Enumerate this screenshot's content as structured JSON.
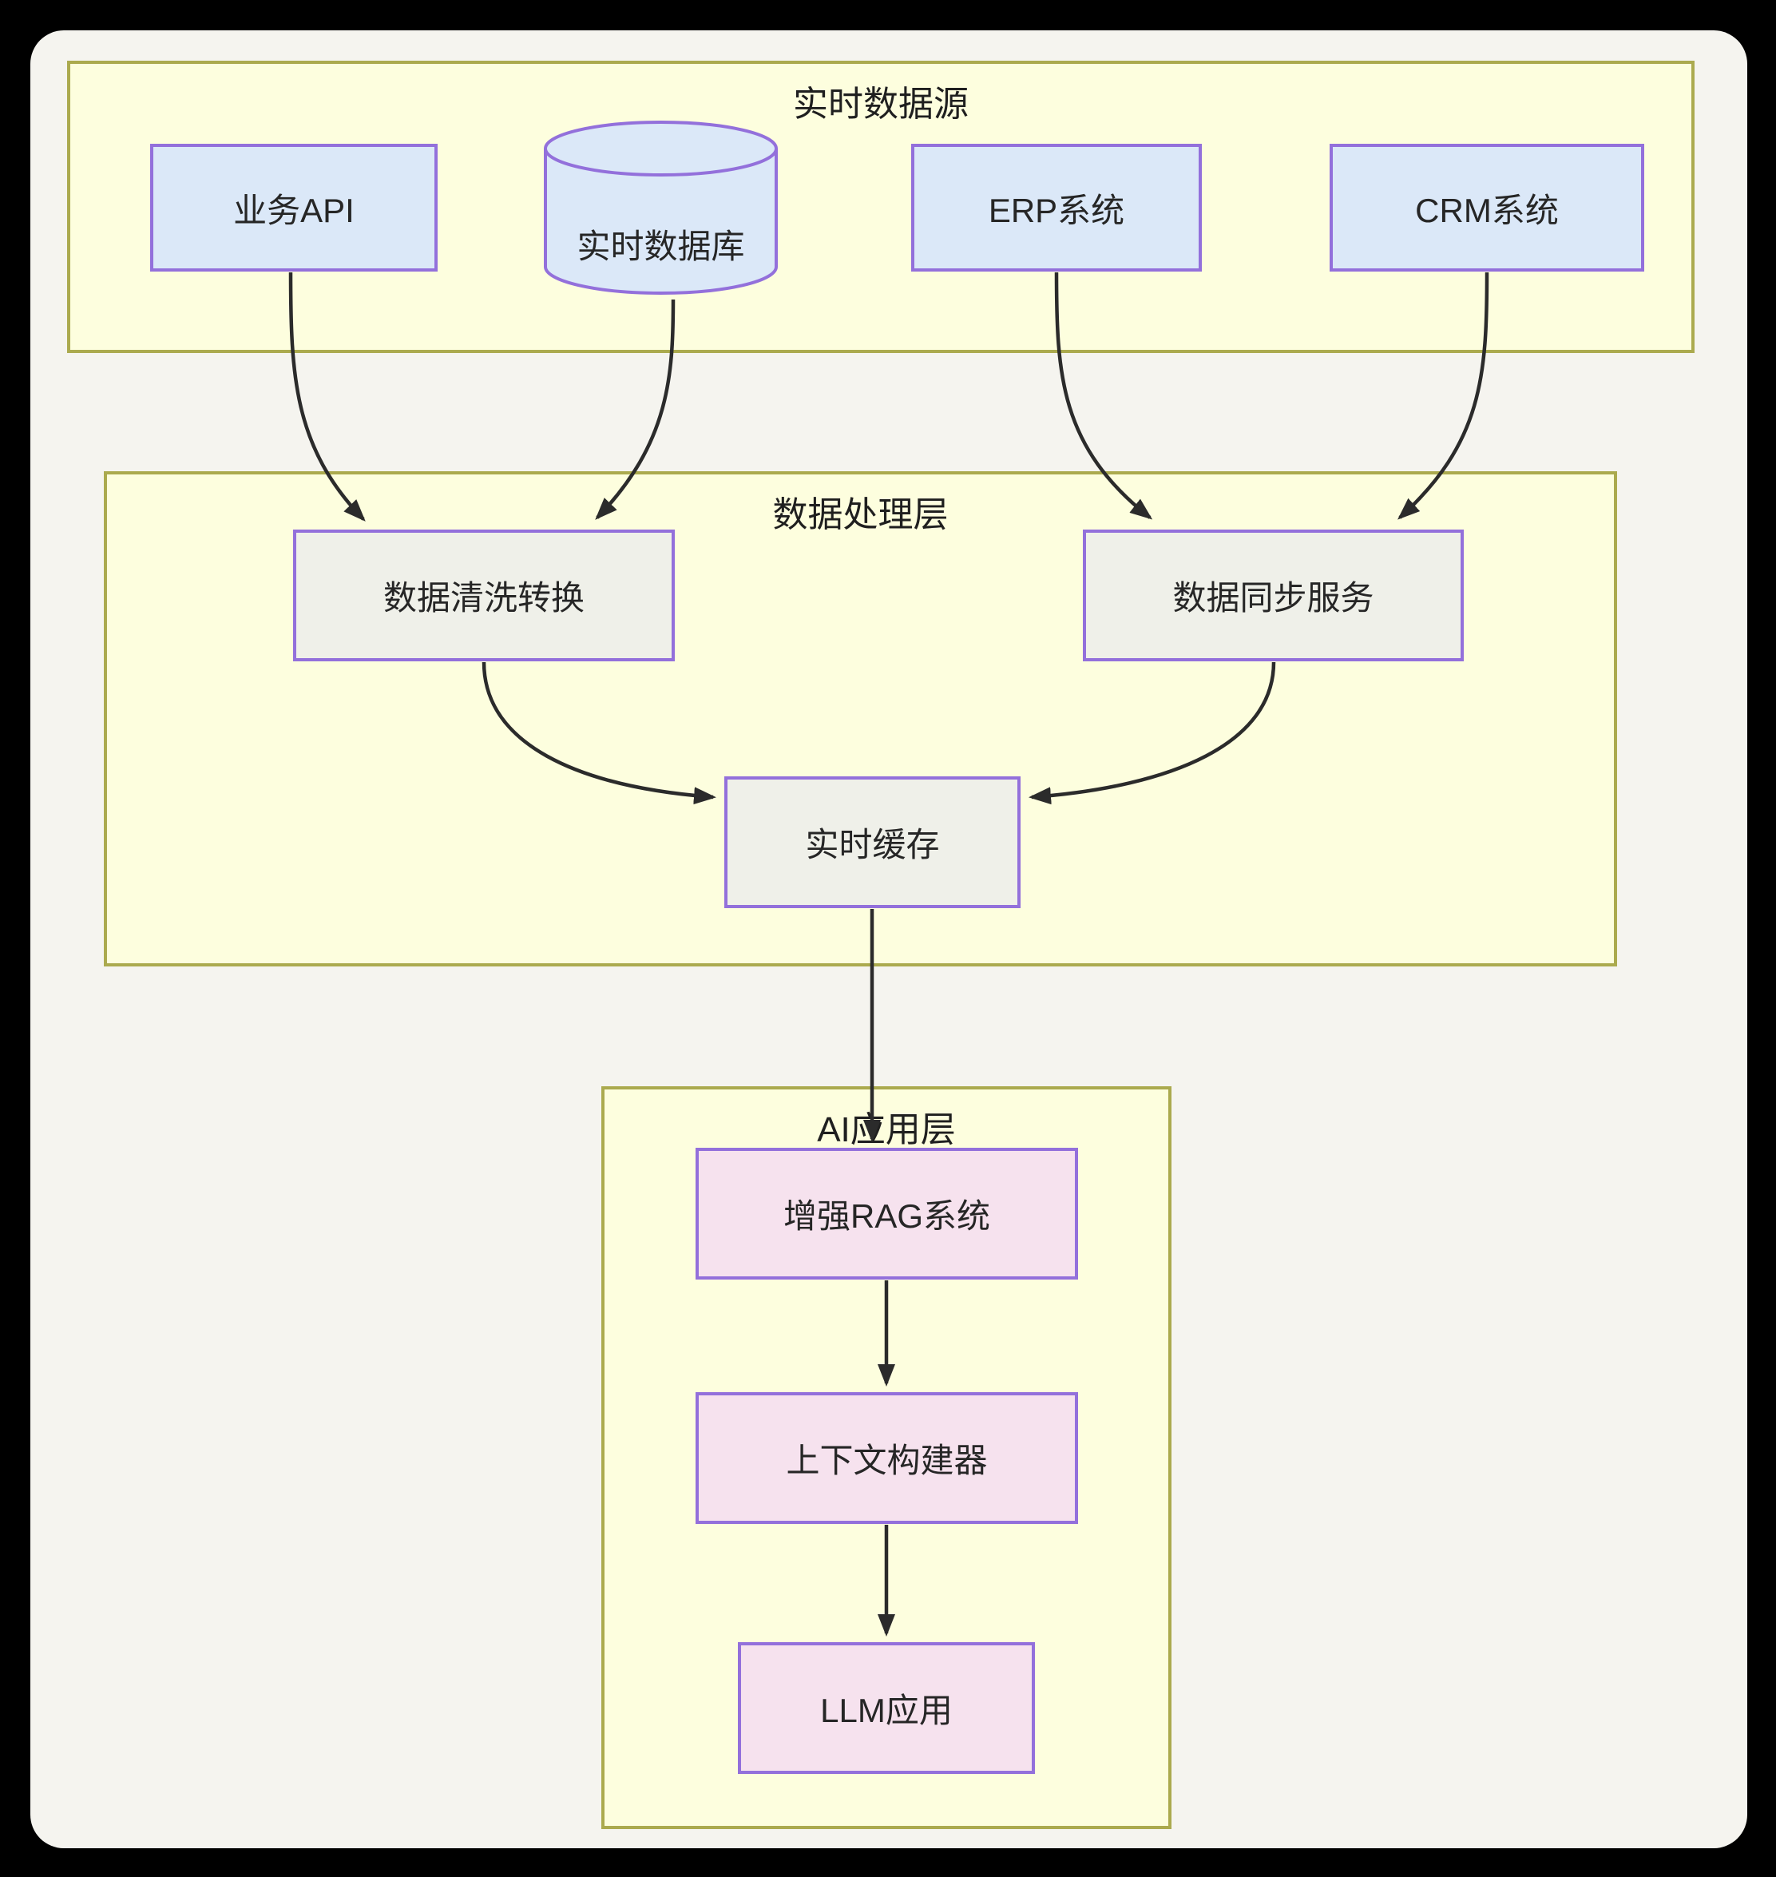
{
  "page": {
    "background": "#000000",
    "panel_background": "#f5f4ef"
  },
  "colors": {
    "container_fill": "#fdfede",
    "container_border": "#abaa4e",
    "source_node_fill": "#dbe8f8",
    "process_node_fill": "#eff0e9",
    "ai_node_fill": "#f6e2ee",
    "node_border": "#9370db",
    "edge_color": "#2b2b2b",
    "text_color": "#262626"
  },
  "containers": [
    {
      "title": "实时数据源"
    },
    {
      "title": "数据处理层"
    },
    {
      "title": "AI应用层"
    }
  ],
  "nodes": [
    {
      "id": "business-api",
      "label": "业务API",
      "shape": "rect",
      "group": "实时数据源"
    },
    {
      "id": "realtime-db",
      "label": "实时数据库",
      "shape": "cylinder",
      "group": "实时数据源"
    },
    {
      "id": "erp-system",
      "label": "ERP系统",
      "shape": "rect",
      "group": "实时数据源"
    },
    {
      "id": "crm-system",
      "label": "CRM系统",
      "shape": "rect",
      "group": "实时数据源"
    },
    {
      "id": "data-clean",
      "label": "数据清洗转换",
      "shape": "rect",
      "group": "数据处理层"
    },
    {
      "id": "data-sync",
      "label": "数据同步服务",
      "shape": "rect",
      "group": "数据处理层"
    },
    {
      "id": "cache",
      "label": "实时缓存",
      "shape": "rect",
      "group": "数据处理层"
    },
    {
      "id": "rag",
      "label": "增强RAG系统",
      "shape": "rect",
      "group": "AI应用层"
    },
    {
      "id": "context",
      "label": "上下文构建器",
      "shape": "rect",
      "group": "AI应用层"
    },
    {
      "id": "llm",
      "label": "LLM应用",
      "shape": "rect",
      "group": "AI应用层"
    }
  ],
  "edges": [
    {
      "from": "业务API",
      "to": "数据清洗转换"
    },
    {
      "from": "实时数据库",
      "to": "数据清洗转换"
    },
    {
      "from": "ERP系统",
      "to": "数据同步服务"
    },
    {
      "from": "CRM系统",
      "to": "数据同步服务"
    },
    {
      "from": "数据清洗转换",
      "to": "实时缓存"
    },
    {
      "from": "数据同步服务",
      "to": "实时缓存"
    },
    {
      "from": "实时缓存",
      "to": "增强RAG系统"
    },
    {
      "from": "增强RAG系统",
      "to": "上下文构建器"
    },
    {
      "from": "上下文构建器",
      "to": "LLM应用"
    }
  ]
}
